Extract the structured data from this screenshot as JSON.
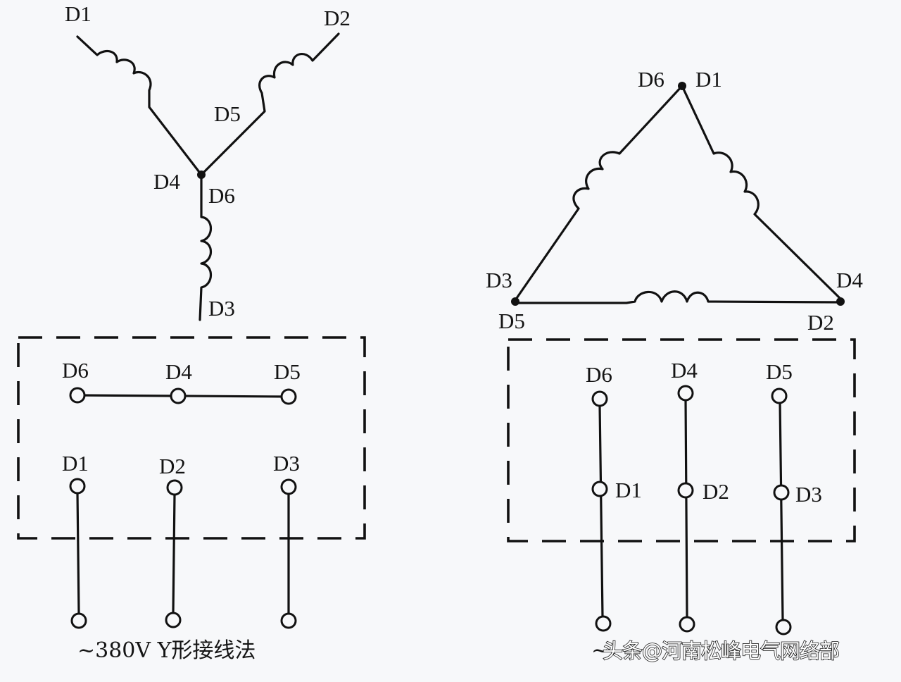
{
  "diagram": {
    "colors": {
      "line": "#111111",
      "background": "#f7f8fa",
      "text": "#141414"
    },
    "star": {
      "title": "~380V Y形接线法",
      "winding_labels": {
        "d1": "D1",
        "d2": "D2",
        "d3": "D3",
        "d4": "D4",
        "d5": "D5",
        "d6": "D6"
      },
      "terminal_box": {
        "top_row": [
          "D6",
          "D4",
          "D5"
        ],
        "bottom_row": [
          "D1",
          "D2",
          "D3"
        ],
        "top_row_bridged": true
      }
    },
    "delta": {
      "title_visible_part": "~",
      "vertex_labels": {
        "top_left": "D6",
        "top_right": "D1",
        "left_upper": "D3",
        "left_lower": "D5",
        "right_upper": "D4",
        "right_lower": "D2"
      },
      "terminal_box": {
        "top_row": [
          "D6",
          "D4",
          "D5"
        ],
        "bottom_row": [
          "D1",
          "D2",
          "D3"
        ],
        "vertical_links": true
      }
    },
    "watermark": "头条@河南松峰电气网络部"
  }
}
